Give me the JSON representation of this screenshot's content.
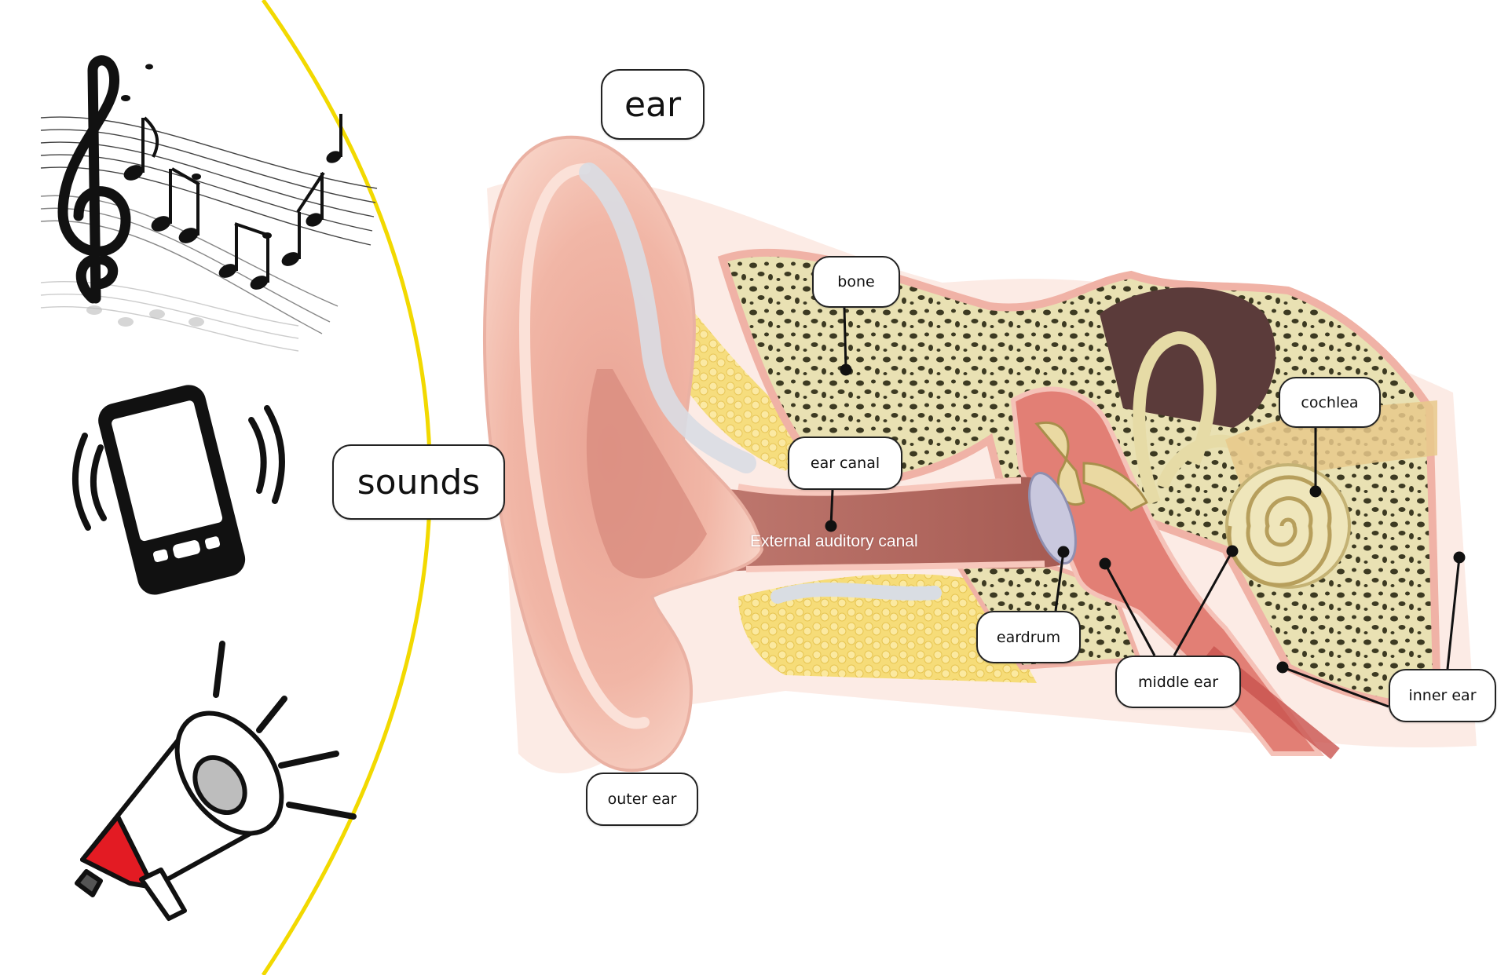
{
  "title_label": "ear",
  "sounds_label": "sounds",
  "caption": "External auditory canal",
  "labels": {
    "bone": "bone",
    "ear_canal": "ear canal",
    "cochlea": "cochlea",
    "eardrum": "eardrum",
    "middle_ear": "middle ear",
    "inner_ear": "inner ear",
    "outer_ear": "outer ear"
  },
  "icons": [
    "music-notes-icon",
    "vibrating-phone-icon",
    "megaphone-icon"
  ],
  "colors": {
    "divider_curve": "#f2d900",
    "skin": "#f1b6a6",
    "canal": "#b86d64",
    "bone": "#e9e1b3",
    "bone_pores": "#3d3a22",
    "fat": "#f6dc78",
    "cochlea": "#e6dba6",
    "eardrum": "#c9c8de",
    "megaphone_red": "#e31b23"
  }
}
